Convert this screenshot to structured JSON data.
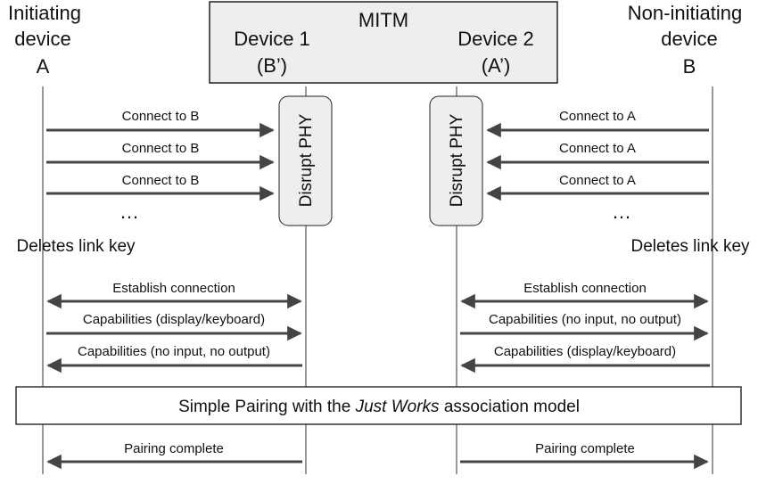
{
  "actors": {
    "initiating": {
      "line1": "Initiating",
      "line2": "device",
      "id": "A"
    },
    "non_initiating": {
      "line1": "Non-initiating",
      "line2": "device",
      "id": "B"
    }
  },
  "mitm": {
    "label": "MITM",
    "device1": {
      "name": "Device 1",
      "alias": "(B’)"
    },
    "device2": {
      "name": "Device 2",
      "alias": "(A’)"
    }
  },
  "disrupt": {
    "left": "Disrupt PHY",
    "right": "Disrupt PHY"
  },
  "connect": {
    "left": [
      "Connect to B",
      "Connect to B",
      "Connect to B"
    ],
    "right": [
      "Connect to A",
      "Connect to A",
      "Connect to A"
    ],
    "ellipsis": "…"
  },
  "deletes": {
    "left": "Deletes link key",
    "right": "Deletes link key"
  },
  "exchange": {
    "left": {
      "establish": "Establish connection",
      "caps_out": "Capabilities (display/keyboard)",
      "caps_in": "Capabilities (no input, no output)"
    },
    "right": {
      "establish": "Establish connection",
      "caps_out": "Capabilities (no input, no output)",
      "caps_in": "Capabilities (display/keyboard)"
    }
  },
  "pairing_band": {
    "before": "Simple Pairing with the ",
    "emphasis": "Just Works",
    "after": " association model"
  },
  "complete": {
    "left": "Pairing complete",
    "right": "Pairing complete"
  },
  "colors": {
    "line": "#333333",
    "arrow": "#444444",
    "box_fill": "#eeeeee",
    "box_stroke": "#222222"
  }
}
